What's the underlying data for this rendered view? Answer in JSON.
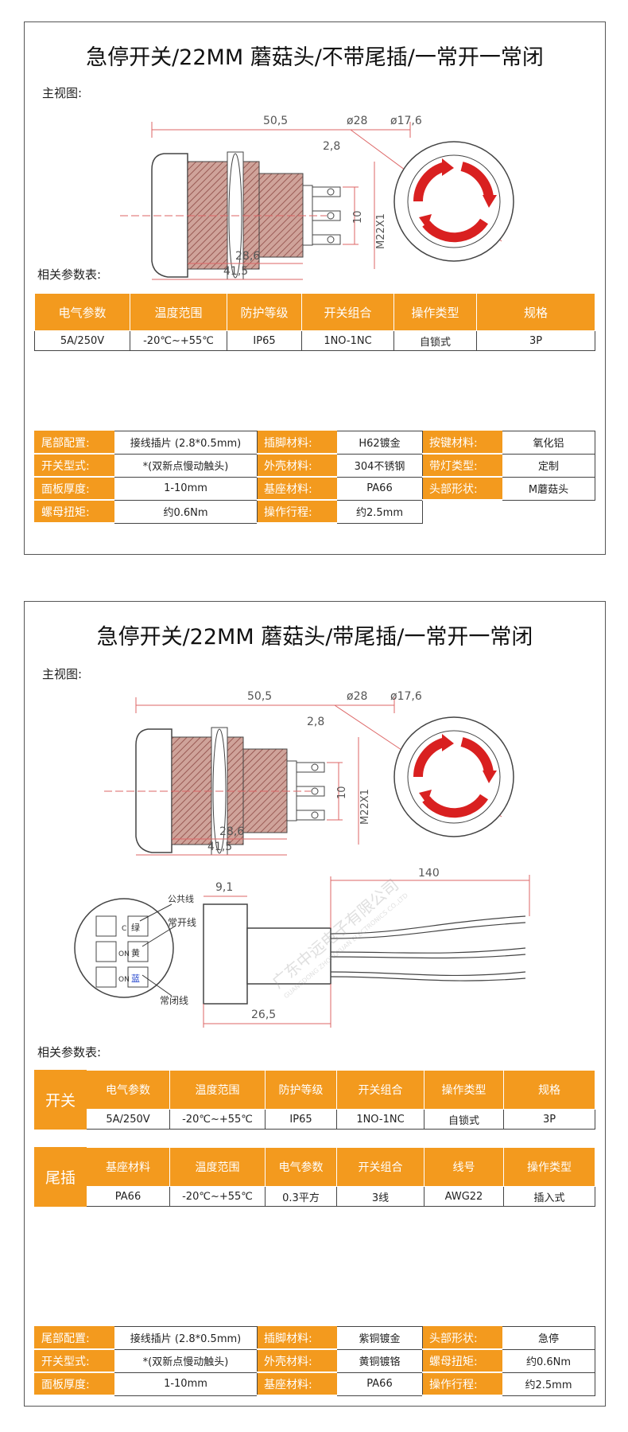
{
  "section1": {
    "title": "急停开关/22MM 蘑菇头/不带尾插/一常开一常闭",
    "front_view_label": "主视图:",
    "dims": {
      "length_total": "50,5",
      "dia_outer": "ø28",
      "dia_inner": "ø17,6",
      "pin_gap": "2,8",
      "thread": "M22X1",
      "pin_span": "10",
      "body_length": "28,6",
      "length_body": "41,5"
    },
    "params_label": "相关参数表:",
    "spec_headers": [
      "电气参数",
      "温度范围",
      "防护等级",
      "开关组合",
      "操作类型",
      "规格"
    ],
    "spec_values": [
      "5A/250V",
      "-20℃~+55℃",
      "IP65",
      "1NO-1NC",
      "自锁式",
      "3P"
    ],
    "attrs": [
      [
        [
          "尾部配置:",
          "接线插片 (2.8*0.5mm)"
        ],
        [
          "插脚材料:",
          "H62镀金"
        ],
        [
          "按键材料:",
          "氧化铝"
        ]
      ],
      [
        [
          "开关型式:",
          "*(双新点慢动触头)"
        ],
        [
          "外壳材料:",
          "304不锈钢"
        ],
        [
          "带灯类型:",
          "定制"
        ]
      ],
      [
        [
          "面板厚度:",
          "1-10mm"
        ],
        [
          "基座材料:",
          "PA66"
        ],
        [
          "头部形状:",
          "M蘑菇头"
        ]
      ],
      [
        [
          "螺母扭矩:",
          "约0.6Nm"
        ],
        [
          "操作行程:",
          "约2.5mm"
        ]
      ]
    ]
  },
  "section2": {
    "title": "急停开关/22MM 蘑菇头/带尾插/一常开一常闭",
    "front_view_label": "主视图:",
    "dims": {
      "length_total": "50,5",
      "dia_outer": "ø28",
      "dia_inner": "ø17,6",
      "pin_gap": "2,8",
      "thread": "M22X1",
      "pin_span": "10",
      "body_length": "28,6",
      "length_body": "41,5"
    },
    "connector": {
      "width": "9,1",
      "wire_length": "140",
      "body_length": "26,5",
      "common_wire": "公共线",
      "no_wire": "常开线",
      "nc_wire": "常闭线",
      "pin_c": "C",
      "pin_on1": "ON",
      "pin_on2": "ON",
      "color_green": "绿",
      "color_yellow": "黄",
      "color_blue": "蓝"
    },
    "watermark": "广东中远电子有限公司",
    "watermark_en": "GUANGDONG ZHONGYUAN ELECTRONICS CO.,LTD",
    "params_label": "相关参数表:",
    "switch_row_label": "开关",
    "switch_headers": [
      "电气参数",
      "温度范围",
      "防护等级",
      "开关组合",
      "操作类型",
      "规格"
    ],
    "switch_values": [
      "5A/250V",
      "-20℃~+55℃",
      "IP65",
      "1NO-1NC",
      "自锁式",
      "3P"
    ],
    "tail_row_label": "尾插",
    "tail_headers": [
      "基座材料",
      "温度范围",
      "电气参数",
      "开关组合",
      "线号",
      "操作类型"
    ],
    "tail_values": [
      "PA66",
      "-20℃~+55℃",
      "0.3平方",
      "3线",
      "AWG22",
      "插入式"
    ],
    "attrs": [
      [
        [
          "尾部配置:",
          "接线插片 (2.8*0.5mm)"
        ],
        [
          "插脚材料:",
          "紫铜镀金"
        ],
        [
          "头部形状:",
          "急停"
        ]
      ],
      [
        [
          "开关型式:",
          "*(双新点慢动触头)"
        ],
        [
          "外壳材料:",
          "黄铜镀铬"
        ],
        [
          "螺母扭矩:",
          "约0.6Nm"
        ]
      ],
      [
        [
          "面板厚度:",
          "1-10mm"
        ],
        [
          "基座材料:",
          "PA66"
        ],
        [
          "操作行程:",
          "约2.5mm"
        ]
      ]
    ]
  }
}
